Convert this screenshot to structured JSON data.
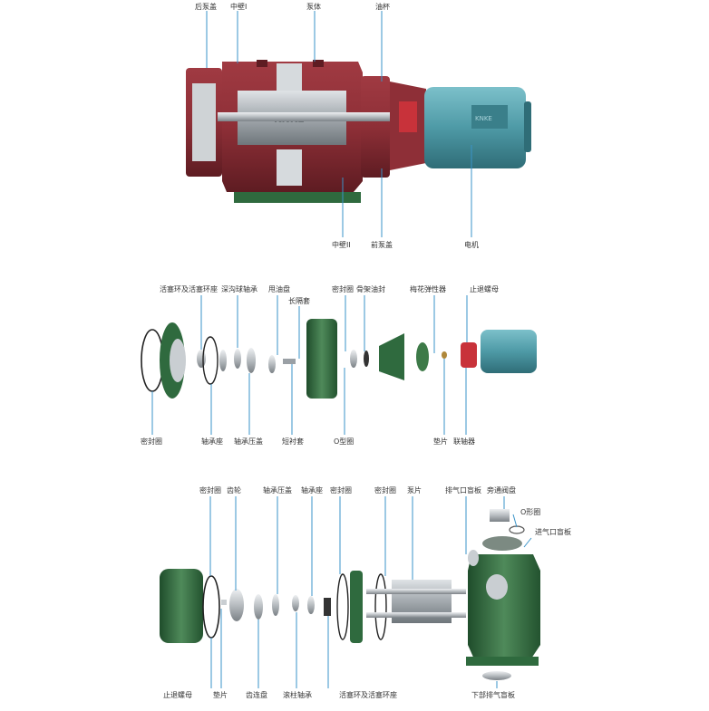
{
  "colors": {
    "casing": "#8e2f37",
    "casing_dark": "#5e1c22",
    "rotor": "#a8aeb3",
    "motor": "#4e9aa6",
    "green": "#2f6a3e",
    "green_light": "#4f8a5a",
    "coupling": "#c8323a",
    "leader": "#3a93c8"
  },
  "assembled": {
    "brand_mark": "KNKE",
    "motor_mark": "KNKE",
    "labels": [
      {
        "id": "rear-cover",
        "text": "后泵盖"
      },
      {
        "id": "mid-wall-1",
        "text": "中壁I"
      },
      {
        "id": "pump-body",
        "text": "泵体"
      },
      {
        "id": "oil-cup",
        "text": "油杯"
      },
      {
        "id": "mid-wall-2",
        "text": "中壁II"
      },
      {
        "id": "front-cover",
        "text": "前泵盖"
      },
      {
        "id": "motor",
        "text": "电机"
      }
    ]
  },
  "exploded_drive": {
    "labels": [
      {
        "id": "piston-ring",
        "text": "活塞环及活塞环座"
      },
      {
        "id": "deep-groove-bearing",
        "text": "深沟球轴承"
      },
      {
        "id": "oil-slinger",
        "text": "甩油盘"
      },
      {
        "id": "long-sleeve",
        "text": "长隔套"
      },
      {
        "id": "seal-ring-a",
        "text": "密封圈"
      },
      {
        "id": "skeleton-oil-seal",
        "text": "骨架油封"
      },
      {
        "id": "plum-coupling",
        "text": "梅花弹性器"
      },
      {
        "id": "stop-nut",
        "text": "止退螺母"
      },
      {
        "id": "seal-ring-b",
        "text": "密封圈"
      },
      {
        "id": "bearing-seat",
        "text": "轴承座"
      },
      {
        "id": "bearing-cover",
        "text": "轴承压盖"
      },
      {
        "id": "short-sleeve",
        "text": "短衬套"
      },
      {
        "id": "o-ring",
        "text": "O型圈"
      },
      {
        "id": "washer",
        "text": "垫片"
      },
      {
        "id": "coupling",
        "text": "联轴器"
      }
    ]
  },
  "exploded_gear": {
    "labels": [
      {
        "id": "seal-ring-c",
        "text": "密封圈"
      },
      {
        "id": "gear",
        "text": "齿轮"
      },
      {
        "id": "bearing-cover-b",
        "text": "轴承压盖"
      },
      {
        "id": "bearing-seat-b",
        "text": "轴承座"
      },
      {
        "id": "seal-ring-d",
        "text": "密封圈"
      },
      {
        "id": "seal-ring-e",
        "text": "密封圈"
      },
      {
        "id": "blade",
        "text": "泵片"
      },
      {
        "id": "exhaust-blind",
        "text": "排气口盲板"
      },
      {
        "id": "bypass-valve",
        "text": "旁通阀盘"
      },
      {
        "id": "o-ring-b",
        "text": "O形圈"
      },
      {
        "id": "intake-blind",
        "text": "进气口盲板"
      },
      {
        "id": "stop-nut-b",
        "text": "止退螺母"
      },
      {
        "id": "washer-b",
        "text": "垫片"
      },
      {
        "id": "gear-disc",
        "text": "齿连盘"
      },
      {
        "id": "roller-bearing",
        "text": "滚柱轴承"
      },
      {
        "id": "piston-ring-b",
        "text": "活塞环及活塞环座"
      },
      {
        "id": "lower-exhaust-blind",
        "text": "下部排气盲板"
      }
    ]
  }
}
